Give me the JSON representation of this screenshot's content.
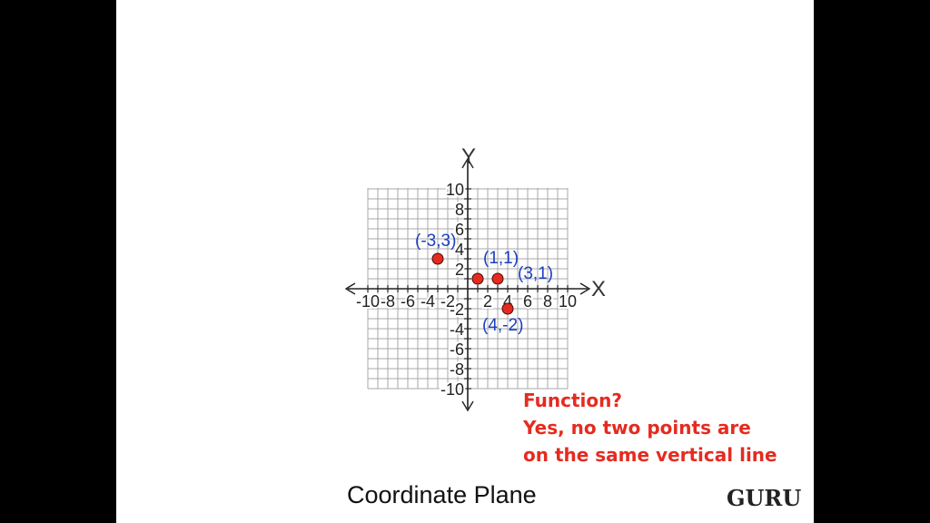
{
  "chart_data": {
    "type": "scatter",
    "title": "Coordinate Plane",
    "xlabel": "X",
    "ylabel": "Y",
    "xlim": [
      -10,
      10
    ],
    "ylim": [
      -10,
      10
    ],
    "grid": true,
    "x_ticks": [
      "-10",
      "-8",
      "-6",
      "-4",
      "-2",
      "2",
      "4",
      "6",
      "8",
      "10"
    ],
    "y_ticks": [
      "10",
      "8",
      "6",
      "4",
      "2",
      "-2",
      "-4",
      "-6",
      "-8",
      "-10"
    ],
    "points": [
      {
        "x": -3,
        "y": 3,
        "label": "(-3,3)"
      },
      {
        "x": 1,
        "y": 1,
        "label": "(1,1)"
      },
      {
        "x": 3,
        "y": 1,
        "label": "(3,1)"
      },
      {
        "x": 4,
        "y": -2,
        "label": "(4,-2)"
      }
    ],
    "point_color": "#e52b20",
    "label_color": "#1a3fc0"
  },
  "annotation": {
    "line1": "Function?",
    "line2": "Yes,  no two points are",
    "line3": "on the same vertical line",
    "color": "#e52b20"
  },
  "brand": "GURU"
}
